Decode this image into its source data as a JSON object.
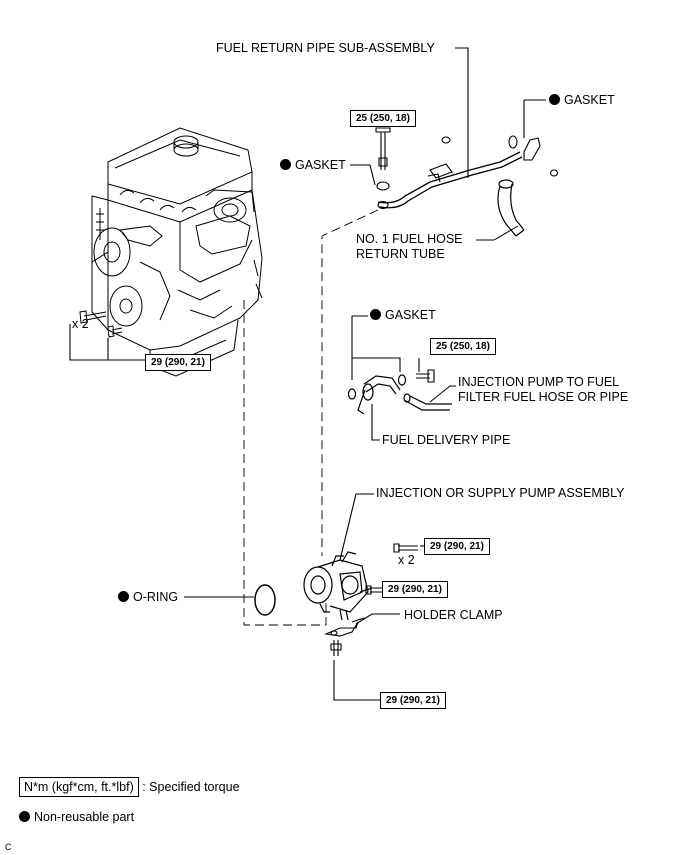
{
  "labels": {
    "fuel_return_pipe": "FUEL RETURN PIPE SUB-ASSEMBLY",
    "gasket_top_right": "GASKET",
    "gasket_left": "GASKET",
    "no1_fuel_hose_line1": "NO. 1 FUEL HOSE",
    "no1_fuel_hose_line2": "RETURN TUBE",
    "gasket_middle": "GASKET",
    "injection_pump_hose_line1": "INJECTION PUMP TO FUEL",
    "injection_pump_hose_line2": "FILTER FUEL HOSE OR PIPE",
    "fuel_delivery_pipe": "FUEL DELIVERY PIPE",
    "injection_pump_assembly": "INJECTION OR SUPPLY PUMP ASSEMBLY",
    "o_ring": "O-RING",
    "holder_clamp": "HOLDER CLAMP",
    "qty_engine_bolts": "x 2",
    "qty_pump_bolts": "x 2"
  },
  "torques": {
    "return_pipe_bolt": "25 (250, 18)",
    "engine_bolts": "29 (290, 21)",
    "delivery_pipe_bolt": "25 (250, 18)",
    "pump_bolts_upper": "29 (290, 21)",
    "pump_bolt_mid": "29 (290, 21)",
    "clamp_bolt": "29 (290, 21)"
  },
  "legend": {
    "torque_key": "N*m (kgf*cm, ft.*lbf)",
    "torque_desc": ": Specified torque",
    "non_reusable": "Non-reusable part"
  },
  "corner_code": "C"
}
